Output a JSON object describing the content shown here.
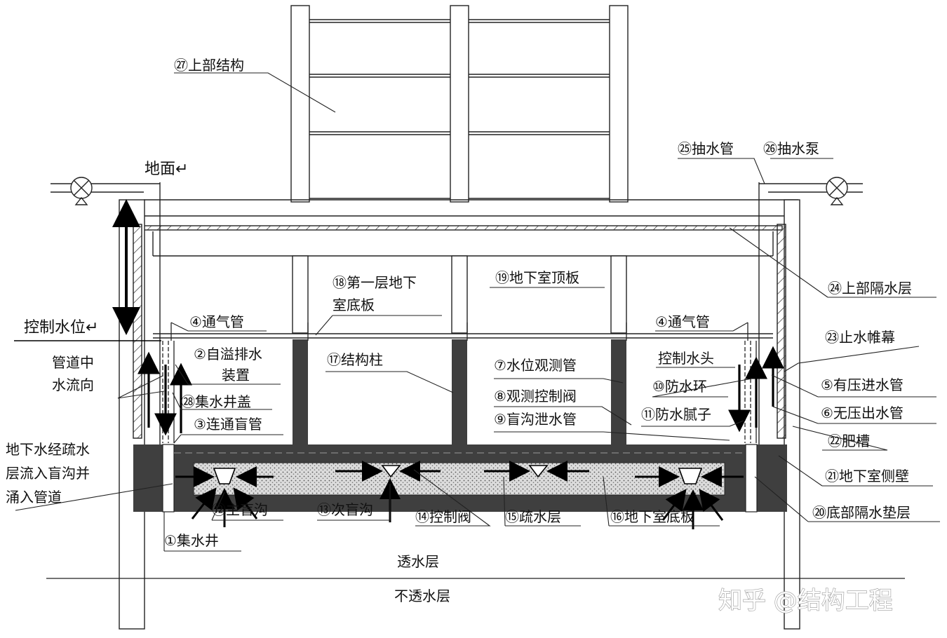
{
  "labels": {
    "l27": "㉗上部结构",
    "l25": "㉕抽水管",
    "l26": "㉖抽水泵",
    "ground": "地面↵",
    "l24": "㉔上部隔水层",
    "l19": "⑲地下室顶板",
    "l18a": "⑱第一层地下",
    "l18b": "室底板",
    "control_level": "控制水位↵",
    "l4_left": "④通气管",
    "l4_right": "④通气管",
    "l23": "㉓止水帷幕",
    "pipe_flow_a": "管道中",
    "pipe_flow_b": "水流向",
    "l2a": "②自溢排水",
    "l2b": "装置",
    "l17": "⑰结构柱",
    "l7": "⑦水位观测管",
    "control_head": "控制水头",
    "l5": "⑤有压进水管",
    "l28": "㉘集水井盖",
    "l8": "⑧观测控制阀",
    "l10": "⑩防水环",
    "l6": "⑥无压出水管",
    "l3": "③连通盲管",
    "l9": "⑨盲沟泄水管",
    "l11": "⑪防水腻子",
    "l22": "㉒肥槽",
    "gw_a": "地下水经疏水",
    "gw_b": "层流入盲沟并",
    "gw_c": "涌入管道",
    "l21": "㉑地下室侧壁",
    "l12": "⑫主盲沟",
    "l13": "⑬次盲沟",
    "l14": "⑭控制阀",
    "l15": "⑮疏水层",
    "l16": "⑯地下室底板",
    "l20": "⑳底部隔水垫层",
    "l1": "①集水井",
    "permeable": "透水层",
    "impermeable": "不透水层"
  },
  "watermark": "知乎 @结构工程",
  "colors": {
    "line": "#222222",
    "slab": "#3f3f3f",
    "drain_fill": "#d9d9d9",
    "watermark_stroke": "#9a9a9a"
  }
}
